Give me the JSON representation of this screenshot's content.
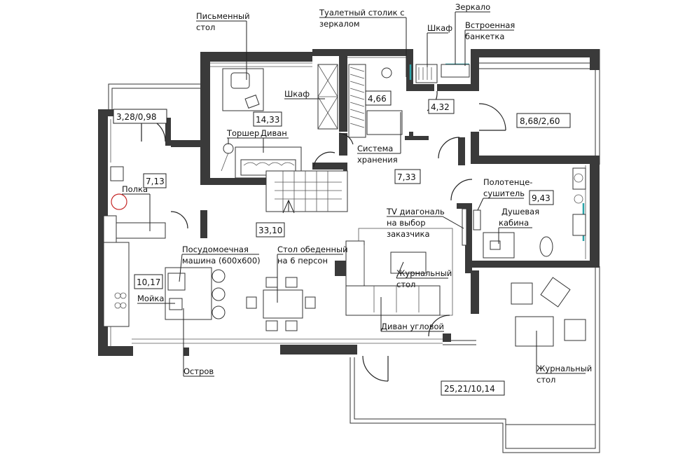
{
  "areas": [
    {
      "id": "balcony-left",
      "text": "3,28/0,98"
    },
    {
      "id": "utility",
      "text": "7,13"
    },
    {
      "id": "cabinet",
      "text": "14,33"
    },
    {
      "id": "bedroom",
      "text": "4,66"
    },
    {
      "id": "dressing",
      "text": "4,32"
    },
    {
      "id": "terrace-right",
      "text": "8,68/2,60"
    },
    {
      "id": "hall",
      "text": "7,33"
    },
    {
      "id": "bathroom",
      "text": "9,43"
    },
    {
      "id": "living",
      "text": "33,10"
    },
    {
      "id": "kitchen",
      "text": "10,17"
    },
    {
      "id": "terrace-bottom",
      "text": "25,21/10,14"
    }
  ],
  "labels": {
    "desk_l1": "Письменный",
    "desk_l2": "стол",
    "vanity_l1": "Туалетный столик с",
    "vanity_l2": "зеркалом",
    "mirror": "Зеркало",
    "wardrobe_top": "Шкаф",
    "bench_l1": "Встроенная",
    "bench_l2": "банкетка",
    "wardrobe_cab": "Шкаф",
    "lamp": "Торшер",
    "sofa": "Диван",
    "storage_l1": "Система",
    "storage_l2": "хранения",
    "shelf": "Полка",
    "towel_l1": "Полотенце-",
    "towel_l2": "сушитель",
    "shower_l1": "Душевая",
    "shower_l2": "кабина",
    "tv_l1": "TV диагональ",
    "tv_l2": "на выбор",
    "tv_l3": "заказчика",
    "dishwasher_l1": "Посудомоечная",
    "dishwasher_l2": "машина (600х600)",
    "dining_l1": "Стол обеденный",
    "dining_l2": "на 6 персон",
    "coffee_l1": "Журнальный",
    "coffee_l2": "стол",
    "sink": "Мойка",
    "corner_sofa": "Диван угловой",
    "island": "Остров",
    "terrace_table_l1": "Журнальный",
    "terrace_table_l2": "стол"
  }
}
